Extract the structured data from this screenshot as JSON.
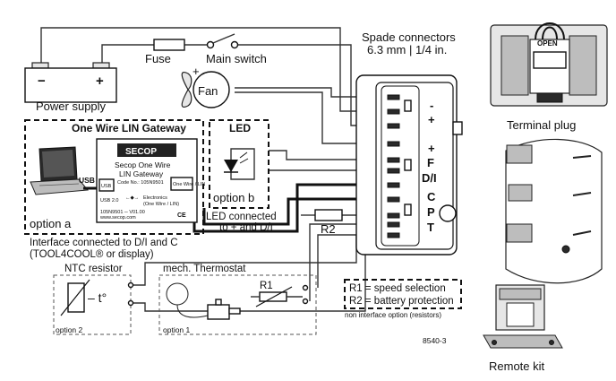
{
  "labels": {
    "power_supply": "Power supply",
    "minus": "−",
    "plus": "+",
    "fuse": "Fuse",
    "main_switch": "Main switch",
    "fan": "Fan",
    "fan_plus": "+",
    "spade_title": "Spade connectors",
    "spade_sub": "6.3 mm | 1/4 in.",
    "terminal_plug": "Terminal plug",
    "open": "OPEN",
    "gateway_title": "One Wire LIN Gateway",
    "usb": "USB",
    "option_a": "option a",
    "interface_note_1": "Interface connected to D/I and C",
    "interface_note_2": "(TOOL4COOL® or display)",
    "led_title": "LED",
    "option_b": "option b",
    "led_note_1": "LED connected",
    "led_note_2": "to + and D/I",
    "r2": "R2",
    "r1": "R1",
    "terminal_minus": "-",
    "terminal_plus_top": "+",
    "terminal_plus": "+",
    "terminal_f": "F",
    "terminal_di": "D/I",
    "terminal_c": "C",
    "terminal_p": "P",
    "terminal_t": "T",
    "r1_desc": "R1 = speed selection",
    "r2_desc": "R2 = battery protection",
    "non_interface": "non interface option (resistors)",
    "ntc_title": "NTC resistor",
    "ntc_symbol": "– t°",
    "option_2": "option 2",
    "thermo_title": "mech. Thermostat",
    "option_1": "option 1",
    "figure_no": "8540-3",
    "remote_kit": "Remote kit"
  },
  "device": {
    "brand": "SECOP",
    "name_1": "Secop One Wire",
    "name_2": "LIN Gateway",
    "code": "Code No.: 105N9501",
    "usb": "USB",
    "usb_type": "USB 2.0",
    "one_wire": "One Wire / LIN",
    "electronics": "Electronics",
    "electronics_sub": "(One Wire / LIN)",
    "serial": "105N9501 ─ V01.00",
    "web": "www.secop.com",
    "marks": "CE"
  }
}
